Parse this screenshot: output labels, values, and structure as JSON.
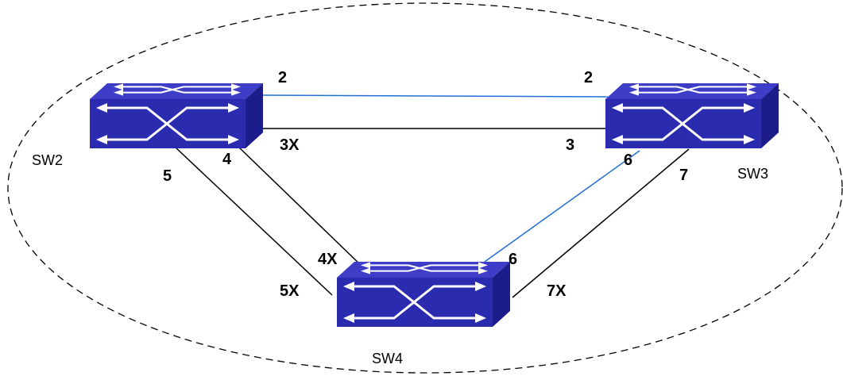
{
  "switches": {
    "sw2": {
      "name": "SW2"
    },
    "sw3": {
      "name": "SW3"
    },
    "sw4": {
      "name": "SW4"
    }
  },
  "ports": {
    "sw2_to_sw3_top": "2",
    "sw3_to_sw2_top": "2",
    "sw2_to_sw3_bottom": "3X",
    "sw3_to_sw2_bottom": "3",
    "sw2_to_sw4_inner": "4",
    "sw2_to_sw4_outer": "5",
    "sw4_to_sw2_inner": "4X",
    "sw4_to_sw2_outer": "5X",
    "sw3_to_sw4_inner": "6",
    "sw3_to_sw4_outer": "7",
    "sw4_to_sw3_inner": "6",
    "sw4_to_sw3_outer": "7X"
  },
  "colors": {
    "switch_front": "#2b2bb0",
    "switch_top": "#3d3dc8",
    "switch_side": "#1c1c8a",
    "switch_arrows": "#ffffff",
    "link_blocked": "#1f6fd6",
    "link_active": "#000000",
    "ring_boundary": "#000000"
  },
  "icons": {
    "switch": "network-switch-icon"
  }
}
